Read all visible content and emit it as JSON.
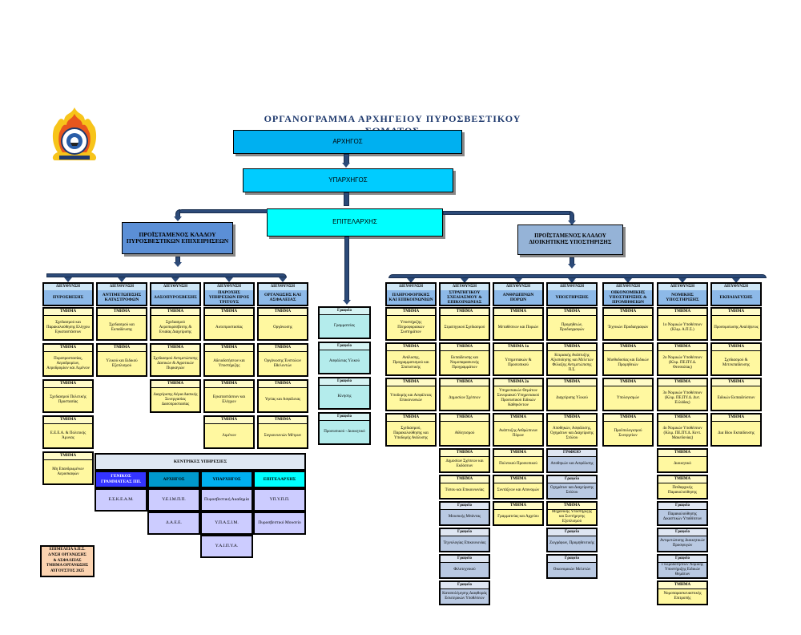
{
  "title": "ΟΡΓΑΝΟΓΡΑΜΜΑ ΑΡΧΗΓΕΙΟΥ ΠΥΡΟΣΒΕΣΤΙΚΟΥ ΣΩΜΑΤΟΣ",
  "logo": "fire-service-emblem",
  "top": {
    "chief": "ΑΡΧΗΓΟΣ",
    "deputy": "ΥΠΑΡΧΗΓΟΣ",
    "inspector": "ΕΠΙΤΕΛΑΡΧΗΣ"
  },
  "branches": {
    "operations": "ΠΡΟΪΣΤΑΜΕΝΟΣ ΚΛΑΔΟΥ ΠΥΡΟΣΒΕΣΤΙΚΩΝ ΕΠΙΧΕΙΡΗΣΕΩΝ",
    "support": "ΠΡΟΪΣΤΑΜΕΝΟΣ ΚΛΑΔΟΥ ΔΙΟΙΚΗΤΙΚΗΣ ΥΠΟΣΤΗΡΙΞΗΣ"
  },
  "colors": {
    "chief": "#00b0f0",
    "deputy": "#00ccff",
    "inspector": "#00ffff",
    "branch_ops": "#5b8fd6",
    "branch_support": "#95b3d7",
    "unit_yellow": "#fff8a0",
    "office_blue": "#b9c9e2",
    "connector": "#2c4a78"
  },
  "operations_directorates": [
    {
      "head": "ΔΙΕΥΘΥΝΣΗ",
      "name": "ΠΥΡΟΣΒΕΣΗΣ",
      "units": [
        {
          "type": "ΤΜΗΜΑ",
          "name": "Σχεδιασμού και Παρακολούθησης Ελέγχου Εγκαταστάσεων"
        },
        {
          "type": "ΤΜΗΜΑ",
          "name": "Πυροπροστασίας, Αεροδρομίων, Αεροδρομίων και Λιμένων"
        },
        {
          "type": "ΤΜΗΜΑ",
          "name": "Σχεδιασμού Πολιτικής Προστασίας"
        },
        {
          "type": "ΤΜΗΜΑ",
          "name": "Ε.Ε.Ε.Α. & Πολιτικής Άμυνας"
        },
        {
          "type": "ΤΜΗΜΑ",
          "name": "Μη Επανδρωμένων Αεροσκαφών"
        }
      ]
    },
    {
      "head": "ΔΙΕΥΘΥΝΣΗ",
      "name": "ΑΝΤΙΜΕΤΩΠΙΣΗΣ ΚΑΤΑΣΤΡΟΦΩΝ",
      "units": [
        {
          "type": "ΤΜΗΜΑ",
          "name": "Σχεδιασμού και Εκπαίδευσης"
        },
        {
          "type": "ΤΜΗΜΑ",
          "name": "Υλικού και Ειδικού Εξοπλισμού"
        }
      ]
    },
    {
      "head": "ΔΙΕΥΘΥΝΣΗ",
      "name": "ΔΑΣΟΠΥΡΟΣΒΕΣΗΣ",
      "units": [
        {
          "type": "ΤΜΗΜΑ",
          "name": "Σχεδιασμού Αεροπυρόσβεσης & Ενιαίας Διαχείρισης"
        },
        {
          "type": "ΤΜΗΜΑ",
          "name": "Σχεδιασμού Αντιμετώπισης Δασικών & Αγροτικών Πυρκαγιών"
        },
        {
          "type": "ΤΜΗΜΑ",
          "name": "Διαχείρισης Αέρια Δασικής Συνεργασίας Δασοπροστασίας"
        }
      ]
    },
    {
      "head": "ΔΙΕΥΘΥΝΣΗ",
      "name": "ΠΑΡΟΧΗΣ ΥΠΗΡΕΣΙΩΝ ΠΡΟΣ ΤΡΙΤΟΥΣ",
      "units": [
        {
          "type": "ΤΜΗΜΑ",
          "name": "Αυτοπροστασίας"
        },
        {
          "type": "ΤΜΗΜΑ",
          "name": "Αδειοδοτήσεων και Υποστήριξης"
        },
        {
          "type": "ΤΜΗΜΑ",
          "name": "Εγκαταστάσεων και Ελέγχων"
        },
        {
          "type": "ΤΜΗΜΑ",
          "name": "Λιμένων"
        }
      ]
    },
    {
      "head": "ΔΙΕΥΘΥΝΣΗ",
      "name": "ΟΡΓΑΝΩΣΗΣ ΚΑΙ ΑΣΦΑΛΕΙΑΣ",
      "units": [
        {
          "type": "ΤΜΗΜΑ",
          "name": "Οργάνωσης"
        },
        {
          "type": "ΤΜΗΜΑ",
          "name": "Οργάνωσης Ένστολων Εθελοντών"
        },
        {
          "type": "ΤΜΗΜΑ",
          "name": "Υγείας και Ασφάλειας"
        },
        {
          "type": "ΤΜΗΜΑ",
          "name": "Συγκοινωνιών Μέτρων"
        }
      ]
    }
  ],
  "inspector_offices": [
    {
      "type": "Γραφείο",
      "name": "Γραμματείας"
    },
    {
      "type": "Γραφείο",
      "name": "Ασφάλειας Υλικού"
    },
    {
      "type": "Γραφείο",
      "name": "Κίνησης"
    },
    {
      "type": "Γραφείο",
      "name": "Προσωπικού - Διοικητικό"
    }
  ],
  "support_directorates": [
    {
      "head": "ΔΙΕΥΘΥΝΣΗ",
      "name": "ΠΛΗΡΟΦΟΡΙΚΗΣ ΚΑΙ ΕΠΙΚΟΙΝΩΝΙΩΝ",
      "units": [
        {
          "type": "ΤΜΗΜΑ",
          "name": "Υποστήριξης Πληροφοριακών Συστημάτων",
          "cls": ""
        },
        {
          "type": "ΤΜΗΜΑ",
          "name": "Ανάλυσης, Προγραμματισμού και Στατιστικής",
          "cls": ""
        },
        {
          "type": "ΤΜΗΜΑ",
          "name": "Υποδομής και Ασφάλειας Επικοινωνιών",
          "cls": ""
        },
        {
          "type": "ΤΜΗΜΑ",
          "name": "Σχεδιασμού, Παρακολούθησης και Υποδομής Ανάλυσης",
          "cls": ""
        }
      ]
    },
    {
      "head": "ΔΙΕΥΘΥΝΣΗ",
      "name": "ΣΤΡΑΤΗΓΙΚΟΥ ΣΧΕΔΙΑΣΜΟΥ & ΕΠΙΚΟΙΝΩΝΙΑΣ",
      "units": [
        {
          "type": "ΤΜΗΜΑ",
          "name": "Στρατηγικού Σχεδιασμού",
          "cls": ""
        },
        {
          "type": "ΤΜΗΜΑ",
          "name": "Εκπαίδευσης και Νομοπαρασκευής Προγραμμάτων",
          "cls": ""
        },
        {
          "type": "ΤΜΗΜΑ",
          "name": "Δημοσίων Σχέσεων",
          "cls": ""
        },
        {
          "type": "ΤΜΗΜΑ",
          "name": "Αθλητισμού",
          "cls": ""
        },
        {
          "type": "ΤΜΗΜΑ",
          "name": "Δημοσίων Σχέσεων και Εκδόσεων",
          "cls": ""
        },
        {
          "type": "ΤΜΗΜΑ",
          "name": "Τύπου και Επικοινωνίας",
          "cls": ""
        },
        {
          "type": "Γραφείο",
          "name": "Μουσικής Μπάντας",
          "cls": "office"
        },
        {
          "type": "Γραφείο",
          "name": "Τεχνολογίας Επικοινωνίας",
          "cls": "office"
        },
        {
          "type": "Γραφείο",
          "name": "Φιλοτεχνικού",
          "cls": "office"
        },
        {
          "type": "Γραφείο",
          "name": "Καταπολέμησης Διαφθοράς Εσωτερικών Υποθέσεων",
          "cls": "office"
        }
      ]
    },
    {
      "head": "ΔΙΕΥΘΥΝΣΗ",
      "name": "ΑΝΘΡΩΠΙΝΩΝ ΠΟΡΩΝ",
      "units": [
        {
          "type": "ΤΜΗΜΑ",
          "name": "Μεταθέσεων και Ποριών",
          "cls": ""
        },
        {
          "type": "ΤΜΗΜΑ 1ο",
          "name": "Υπηρεσιακών & Προσωπικού",
          "cls": ""
        },
        {
          "type": "ΤΜΗΜΑ 2ο",
          "name": "Υπηρεσιακών Θεμάτων Συνοριακού Υπηρεσιακού Προσωπικού Ειδικών Καθηκόντων",
          "cls": ""
        },
        {
          "type": "ΤΜΗΜΑ",
          "name": "Ανάπτυξης Ανθρώπινων Πόρων",
          "cls": ""
        },
        {
          "type": "ΤΜΗΜΑ",
          "name": "Πολιτικού Προσωπικού",
          "cls": ""
        },
        {
          "type": "ΤΜΗΜΑ",
          "name": "Συντάξεων και Απονομών",
          "cls": ""
        },
        {
          "type": "ΤΜΗΜΑ",
          "name": "Γραμματείας και Αρχείου",
          "cls": ""
        }
      ]
    },
    {
      "head": "ΔΙΕΥΘΥΝΣΗ",
      "name": "ΥΠΟΣΤΗΡΙΞΗΣ",
      "units": [
        {
          "type": "ΤΜΗΜΑ",
          "name": "Προμηθειών, Προδιαγραφών",
          "cls": ""
        },
        {
          "type": "ΤΜΗΜΑ",
          "name": "Κτιριακής Ανάπτυξης Αξιοποίησης και Μελετών Φύλαξης Αντιμετώπισης Π.Σ.",
          "cls": ""
        },
        {
          "type": "ΤΜΗΜΑ",
          "name": "Διαχείρισης Υλικού",
          "cls": ""
        },
        {
          "type": "ΤΜΗΜΑ",
          "name": "Αποθηκών, Ασφάλισης, Οχημάτων και Διαχείρισης Στόλου",
          "cls": ""
        },
        {
          "type": "ΓΡΑΦΕΙΟ",
          "name": "Αποθηκών και Ασφάλισης",
          "cls": "office"
        },
        {
          "type": "Γραφείο",
          "name": "Οχημάτων και Διαχείρισης Στόλου",
          "cls": "office"
        },
        {
          "type": "ΤΜΗΜΑ",
          "name": "Μηχανικής Υποστήριξης και Συντήρησης Εξοπλισμού",
          "cls": ""
        },
        {
          "type": "Γραφείο",
          "name": "Ζωγράφων, Προμηθευτικής",
          "cls": "office"
        },
        {
          "type": "Γραφείο",
          "name": "Οικονομικών Μελετών",
          "cls": "office"
        }
      ]
    },
    {
      "head": "ΔΙΕΥΘΥΝΣΗ",
      "name": "ΟΙΚΟΝΟΜΙΚΗΣ ΥΠΟΣΤΗΡΙΞΗΣ & ΠΡΟΜΗΘΕΙΩΝ",
      "units": [
        {
          "type": "ΤΜΗΜΑ",
          "name": "Τεχνικών Προδιαγραφών",
          "cls": ""
        },
        {
          "type": "ΤΜΗΜΑ",
          "name": "Μισθοδοσίας και Ειδικών Προμηθειών",
          "cls": ""
        },
        {
          "type": "ΤΜΗΜΑ",
          "name": "Υπολογισμών",
          "cls": ""
        },
        {
          "type": "ΤΜΗΜΑ",
          "name": "Προϋπολογισμού Συνεργείων",
          "cls": ""
        }
      ]
    },
    {
      "head": "ΔΙΕΥΘΥΝΣΗ",
      "name": "ΝΟΜΙΚΗΣ ΥΠΟΣΤΗΡΙΞΗΣ",
      "units": [
        {
          "type": "ΤΜΗΜΑ",
          "name": "1ο Νομικών Υποθέσεων (Κλιμ. Α.Π.Σ.)",
          "cls": ""
        },
        {
          "type": "ΤΜΗΜΑ",
          "name": "2ο Νομικών Υποθέσεων (Κλιμ. ΠΕ.ΠΥ.Δ. Θεσσαλίας)",
          "cls": ""
        },
        {
          "type": "ΤΜΗΜΑ",
          "name": "3ο Νομικών Υποθέσεων (Κλιμ. ΠΕ.ΠΥ.Δ. Δυτ. Ελλάδας)",
          "cls": ""
        },
        {
          "type": "ΤΜΗΜΑ",
          "name": "4ο Νομικών Υποθέσεων (Κλιμ. ΠΕ.ΠΥ.Δ. Κεντ. Μακεδονίας)",
          "cls": ""
        },
        {
          "type": "ΤΜΗΜΑ",
          "name": "Διοικητικό",
          "cls": ""
        },
        {
          "type": "ΤΜΗΜΑ",
          "name": "Πειθαρχικής Παρακολούθησης",
          "cls": ""
        },
        {
          "type": "Γραφείο",
          "name": "Παρακολούθησης Δικαστικών Υποθέσεων",
          "cls": "office"
        },
        {
          "type": "Γραφείο",
          "name": "Αντιμετώπισης Διοικητικών Προσφυγών",
          "cls": "office"
        },
        {
          "type": "Γραφείο",
          "name": "Γνωμοδοτήσεων Νομικής Υποστήριξης Ειδικών Θεμάτων",
          "cls": "office"
        },
        {
          "type": "ΤΜΗΜΑ",
          "name": "Νομοπαρασκευαστικής Επιτροπής",
          "cls": ""
        }
      ]
    },
    {
      "head": "ΔΙΕΥΘΥΝΣΗ",
      "name": "ΕΚΠΑΙΔΕΥΣΗΣ",
      "units": [
        {
          "type": "ΤΜΗΜΑ",
          "name": "Προσομοίωσης Αναλήψεως",
          "cls": ""
        },
        {
          "type": "ΤΜΗΜΑ",
          "name": "Σχεδιασμού & Μετεκπαίδευσης",
          "cls": ""
        },
        {
          "type": "ΤΜΗΜΑ",
          "name": "Ειδικών Εκπαιδεύσεων",
          "cls": ""
        },
        {
          "type": "ΤΜΗΜΑ",
          "name": "Δια Βίου Εκπαίδευσης",
          "cls": ""
        }
      ]
    }
  ],
  "central_services": {
    "title": "ΚΕΝΤΡΙΚΕΣ ΥΠΗΡΕΣΙΕΣ",
    "headers": [
      "ΓΕΝΙΚΟΣ ΓΡΑΜΜΑΤΕΑΣ ΠΠ.",
      "ΑΡΧΗΓΟΣ",
      "ΥΠΑΡΧΗΓΟΣ",
      "ΕΠΙΤΕΛΑΡΧΗΣ"
    ],
    "cells": [
      [
        "Ε.Σ.Κ.Ε.Α.Μ.",
        "Υ.Ε.Ι.Μ.Π.Π.",
        "Πυροσβεστική Ακαδημία",
        "ΥΠ.Υ.Π.Π."
      ],
      [
        null,
        "Δ.Α.Ε.Ε.",
        "Υ.Π.Α.Σ.Ι.Μ.",
        "Πυροσβεστικό Μουσείο"
      ],
      [
        null,
        null,
        "Υ.Α.Ι.Π.Υ.Α.",
        null
      ]
    ]
  },
  "note": {
    "lines": [
      "ΕΠΙΜΕΛΕΙΑ Α.Π.Σ.",
      "Δ/ΝΣΗ ΟΡΓΑΝΩΣΗΣ",
      "& ΑΣΦΑΛΕΙΑΣ",
      "ΤΜΗΜΑ ΟΡΓΑΝΩΣΗΣ",
      "ΑΥΓΟΥΣΤΟΣ 2025"
    ]
  }
}
